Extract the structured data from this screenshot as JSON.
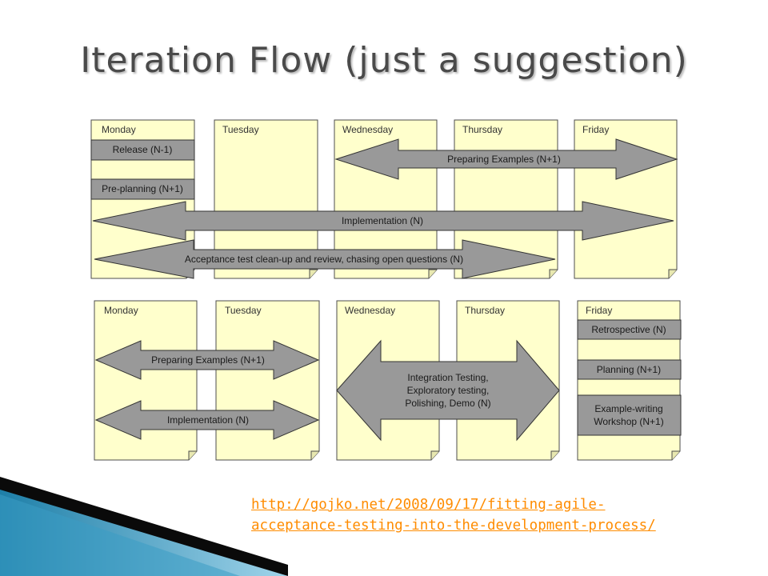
{
  "slide": {
    "title": "Iteration Flow (just a suggestion)",
    "link_line1": "http://gojko.net/2008/09/17/fitting-agile-",
    "link_line2": "acceptance-testing-into-the-development-process/"
  },
  "colors": {
    "note": "#ffffcc",
    "note_border": "#4d4d4d",
    "bar": "#999999",
    "bar_border": "#333333",
    "link": "#ff8c00",
    "corner_dark": "#0a0a0a",
    "corner_blue": "#1e7fa8"
  },
  "week1": {
    "days": [
      "Monday",
      "Tuesday",
      "Wednesday",
      "Thursday",
      "Friday"
    ],
    "boxes": [
      {
        "label": "Release (N-1)"
      },
      {
        "label": "Pre-planning (N+1)"
      }
    ],
    "arrows": [
      {
        "label": "Preparing Examples (N+1)"
      },
      {
        "label": "Implementation (N)"
      },
      {
        "label": "Acceptance test clean-up and review, chasing open questions (N)"
      }
    ]
  },
  "week2": {
    "days": [
      "Monday",
      "Tuesday",
      "Wednesday",
      "Thursday",
      "Friday"
    ],
    "arrows": [
      {
        "label": "Preparing Examples (N+1)"
      },
      {
        "label": "Implementation (N)"
      },
      {
        "lines": [
          "Integration Testing,",
          "Exploratory testing,",
          "Polishing, Demo (N)"
        ]
      }
    ],
    "boxes": [
      {
        "lines": [
          "Retrospective (N)"
        ]
      },
      {
        "lines": [
          "Planning (N+1)"
        ]
      },
      {
        "lines": [
          "Example-writing",
          "Workshop (N+1)"
        ]
      }
    ]
  }
}
